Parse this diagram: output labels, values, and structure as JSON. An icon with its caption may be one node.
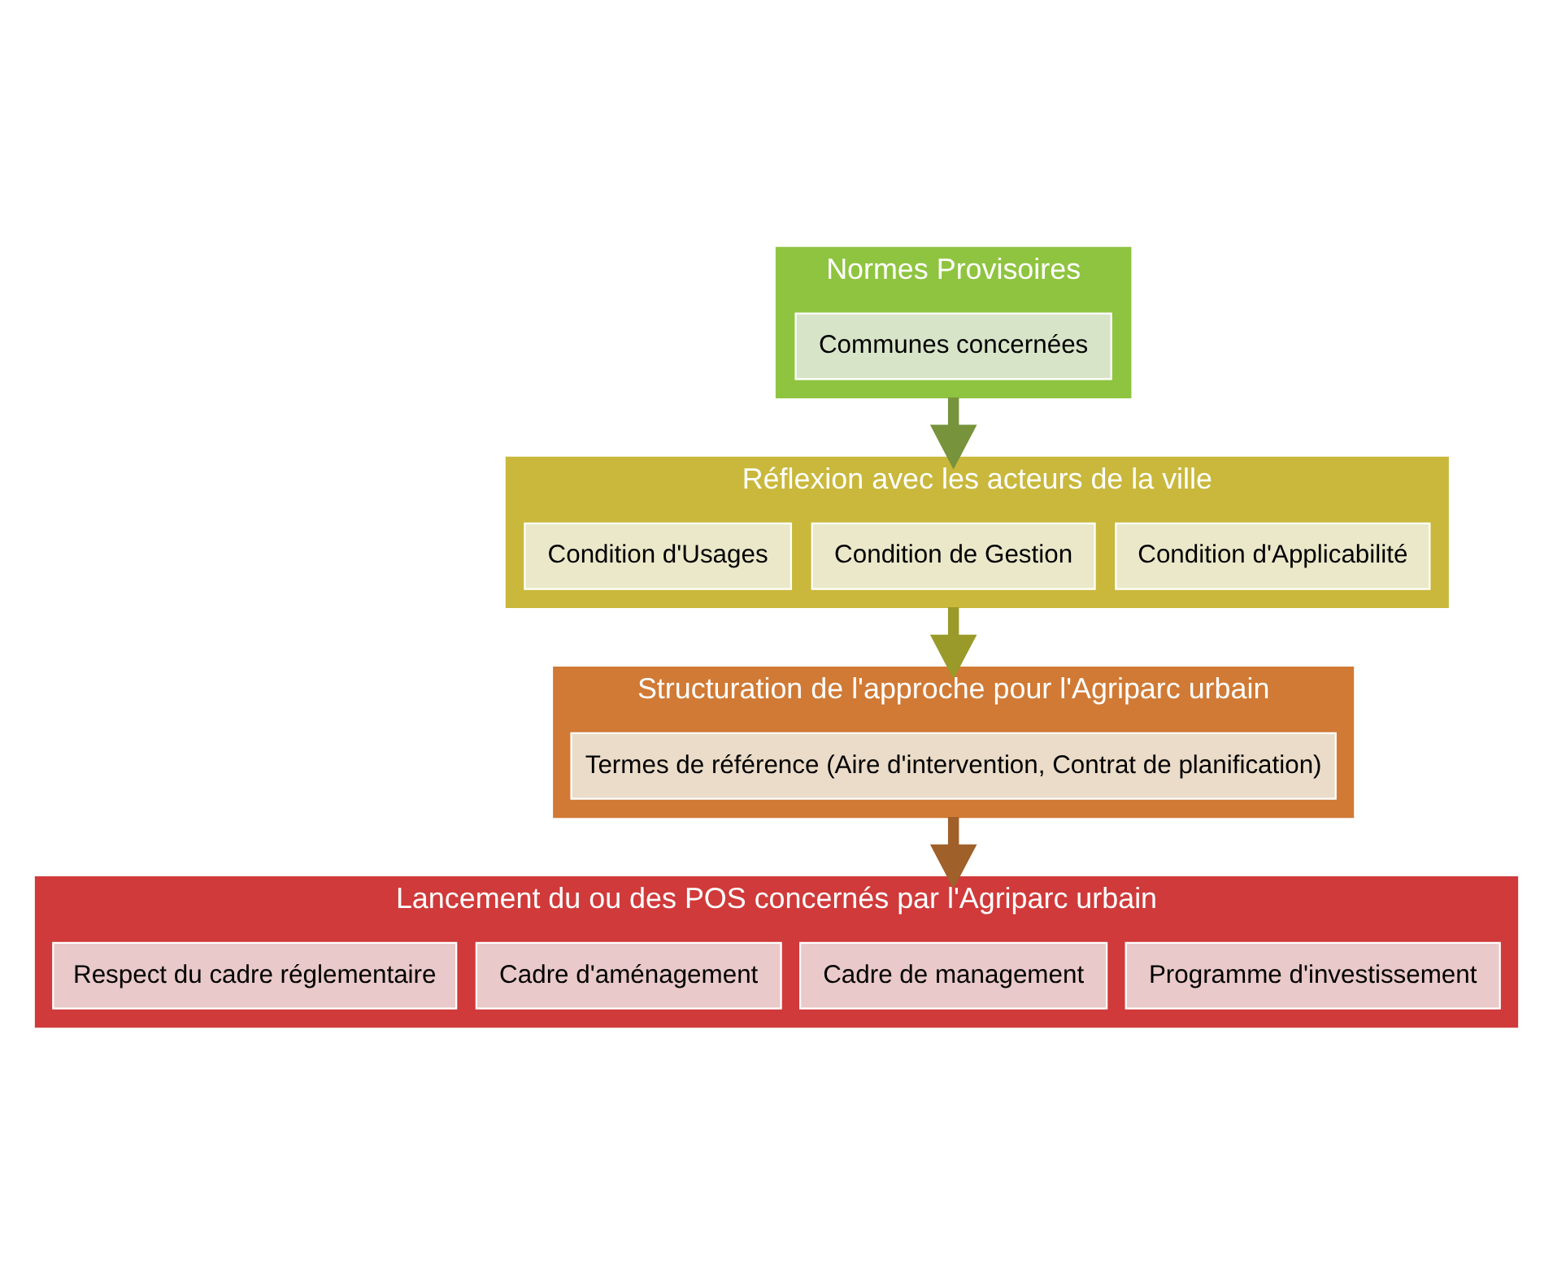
{
  "diagram": {
    "nodes": [
      {
        "text": [
          "Normes Provisoires"
        ]
      },
      {
        "text": [
          "Communes concernées"
        ],
        "in": 0
      },
      {
        "text": [
          "Réflexion avec les acteurs de la ville"
        ]
      },
      {
        "text": [
          "Condition d'Usages"
        ],
        "in": 2
      },
      {
        "text": [
          "Condition de Gestion"
        ],
        "in": 2
      },
      {
        "text": [
          "Condition d'Applicabilité"
        ],
        "in": 2
      },
      {
        "text": [
          "Structuration de l'approche pour l'Agriparc urbain"
        ]
      },
      {
        "text": [
          "Termes de référence (Aire d'intervention, Contrat de planification)"
        ],
        "in": 6
      },
      {
        "text": [
          "Lancement du ou des POS concernés par l'Agriparc urbain"
        ]
      },
      {
        "text": [
          "Respect du cadre réglementaire"
        ],
        "in": 8
      },
      {
        "text": [
          "Cadre d'aménagement"
        ],
        "in": 8
      },
      {
        "text": [
          "Cadre de management"
        ],
        "in": 8
      },
      {
        "text": [
          "Programme d'investissement"
        ],
        "in": 8
      }
    ],
    "edges": [
      {
        "from": 0,
        "to": 2,
        "arrow": "to",
        "color": "#77933c"
      },
      {
        "from": 2,
        "to": 6,
        "arrow": "to",
        "color": "#9a9a2a"
      },
      {
        "from": 6,
        "to": 8,
        "arrow": "to",
        "color": "#a0602a"
      }
    ]
  }
}
